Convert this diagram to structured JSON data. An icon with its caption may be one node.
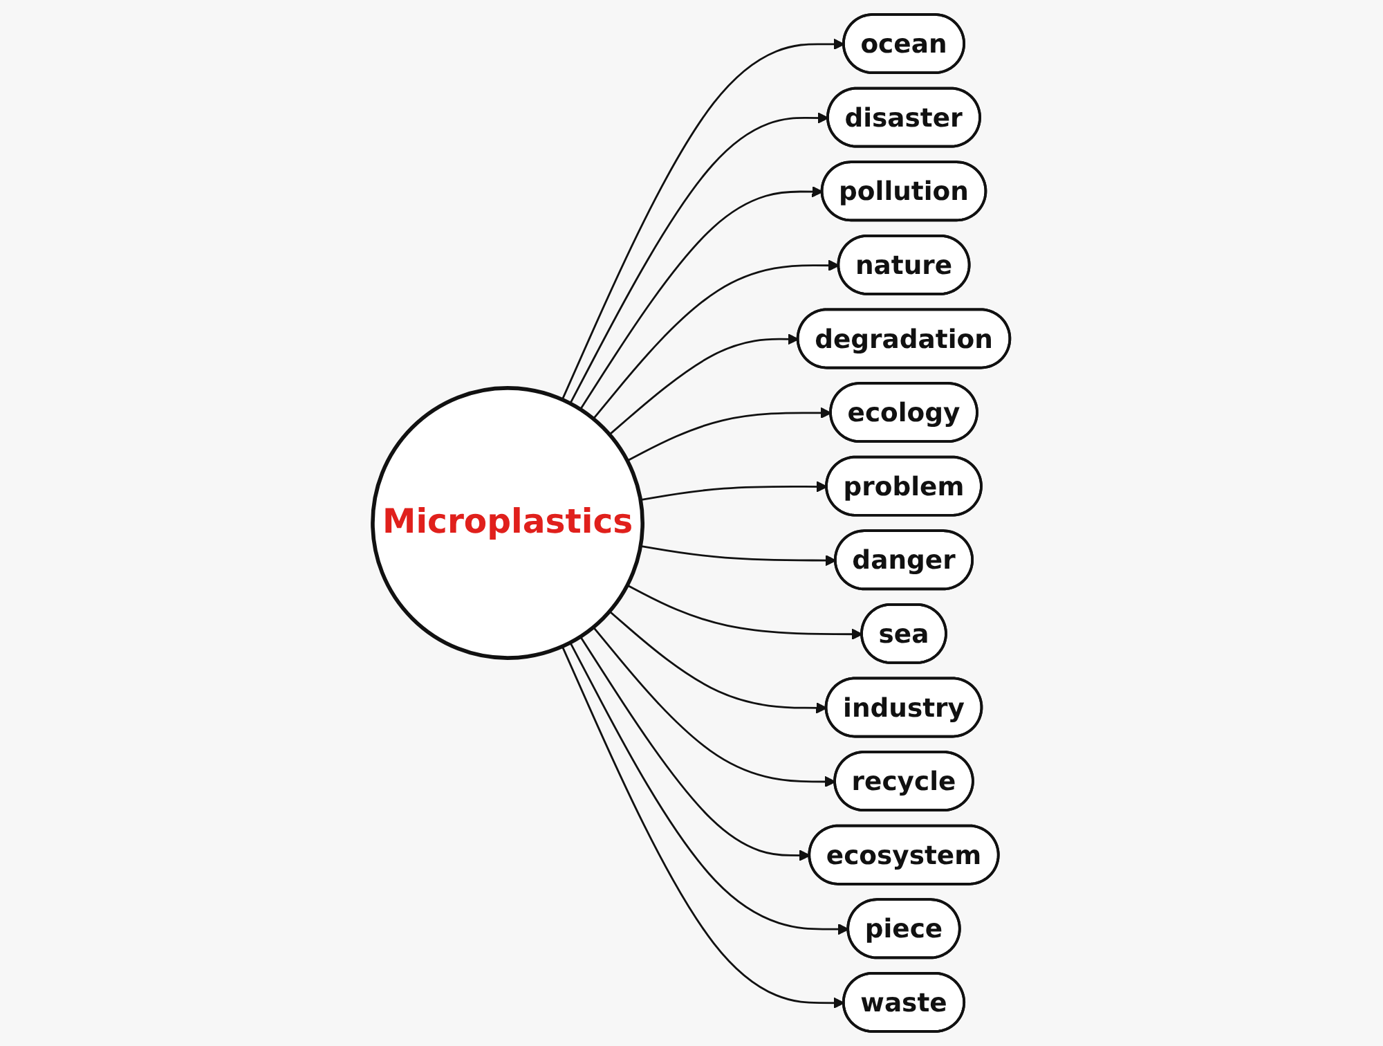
{
  "diagram": {
    "nodes": [
      {
        "text": [
          "Microplastics"
        ]
      },
      {
        "text": [
          "ocean"
        ]
      },
      {
        "text": [
          "disaster"
        ]
      },
      {
        "text": [
          "pollution"
        ]
      },
      {
        "text": [
          "nature"
        ]
      },
      {
        "text": [
          "degradation"
        ]
      },
      {
        "text": [
          "ecology"
        ]
      },
      {
        "text": [
          "problem"
        ]
      },
      {
        "text": [
          "danger"
        ]
      },
      {
        "text": [
          "sea"
        ]
      },
      {
        "text": [
          "industry"
        ]
      },
      {
        "text": [
          "recycle"
        ]
      },
      {
        "text": [
          "ecosystem"
        ]
      },
      {
        "text": [
          "piece"
        ]
      },
      {
        "text": [
          "waste"
        ]
      }
    ],
    "edges": [
      {
        "from": 0,
        "to": 1,
        "arrow": "to"
      },
      {
        "from": 0,
        "to": 2,
        "arrow": "to"
      },
      {
        "from": 0,
        "to": 3,
        "arrow": "to"
      },
      {
        "from": 0,
        "to": 4,
        "arrow": "to"
      },
      {
        "from": 0,
        "to": 5,
        "arrow": "to"
      },
      {
        "from": 0,
        "to": 6,
        "arrow": "to"
      },
      {
        "from": 0,
        "to": 7,
        "arrow": "to"
      },
      {
        "from": 0,
        "to": 8,
        "arrow": "to"
      },
      {
        "from": 0,
        "to": 9,
        "arrow": "to"
      },
      {
        "from": 0,
        "to": 10,
        "arrow": "to"
      },
      {
        "from": 0,
        "to": 11,
        "arrow": "to"
      },
      {
        "from": 0,
        "to": 12,
        "arrow": "to"
      },
      {
        "from": 0,
        "to": 13,
        "arrow": "to"
      },
      {
        "from": 0,
        "to": 14,
        "arrow": "to"
      }
    ]
  }
}
